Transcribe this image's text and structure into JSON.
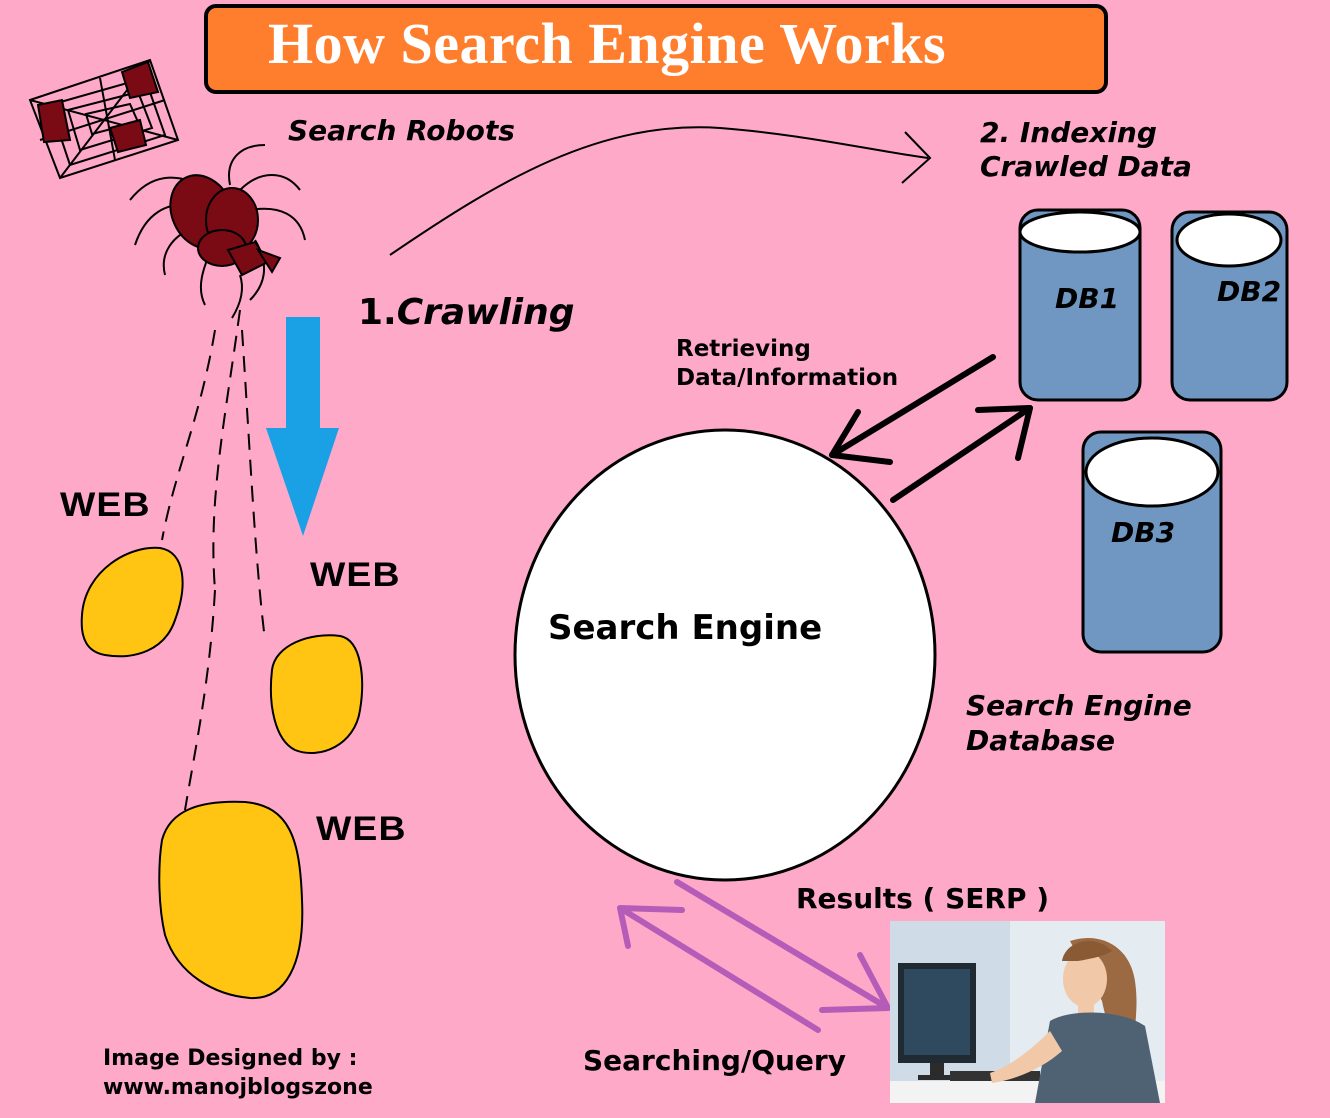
{
  "title": "How Search Engine Works",
  "labels": {
    "search_robots": "Search Robots",
    "step1_prefix": "1.",
    "step1": "Crawling",
    "step2_line1": "2. Indexing",
    "step2_line2": "Crawled Data",
    "retrieving_line1": "Retrieving",
    "retrieving_line2": "Data/Information",
    "search_engine": "Search Engine",
    "database_line1": "Search Engine",
    "database_line2": "Database",
    "results": "Results ( SERP )",
    "query": "Searching/Query",
    "credit_line1": "Image Designed by  :",
    "credit_line2": "www.manojblogszone"
  },
  "webs": [
    "WEB",
    "WEB",
    "WEB"
  ],
  "databases": [
    "DB1",
    "DB2",
    "DB3"
  ],
  "colors": {
    "background": "#ffa9c9",
    "title_box": "#ff7e2d",
    "database": "#7097c1",
    "web_blob": "#ffc512",
    "down_arrow": "#1aa0e4",
    "query_arrows": "#b45cb8",
    "spider": "#7a0a14"
  }
}
